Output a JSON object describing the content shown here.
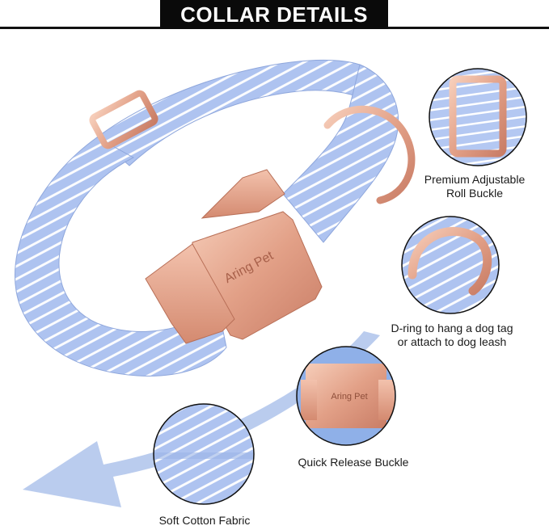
{
  "header": {
    "title": "COLLAR DETAILS"
  },
  "brand": {
    "engraving": "Aring Pet"
  },
  "features": [
    {
      "id": "roll-buckle",
      "lines": [
        "Premium Adjustable",
        "Roll Buckle"
      ]
    },
    {
      "id": "d-ring",
      "lines": [
        "D-ring to hang a dog tag",
        "or attach to dog leash"
      ]
    },
    {
      "id": "quick-release",
      "lines": [
        "Quick Release Buckle"
      ]
    },
    {
      "id": "cotton-fabric",
      "lines": [
        "Soft Cotton Fabric"
      ]
    }
  ],
  "colors": {
    "fabric": "#aec3f0",
    "stripe": "#ffffff",
    "rose_gold": "#e6a48c",
    "arrow": "#b3c6ec",
    "title_bg": "#0a0a0a"
  }
}
